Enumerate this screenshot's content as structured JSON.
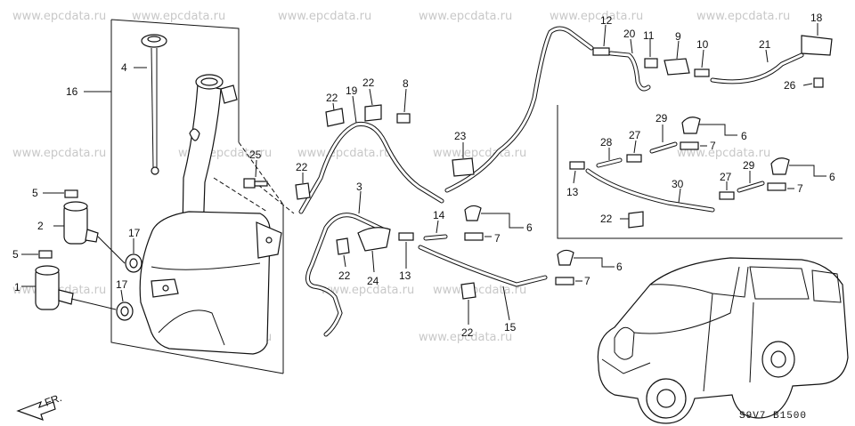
{
  "watermark": "www.epcdata.ru",
  "diagram_code": "S9V7  B1500",
  "direction_label": "FR.",
  "callouts": [
    {
      "id": "c1",
      "text": "1"
    },
    {
      "id": "c2",
      "text": "2"
    },
    {
      "id": "c3",
      "text": "3"
    },
    {
      "id": "c4",
      "text": "4"
    },
    {
      "id": "c5a",
      "text": "5"
    },
    {
      "id": "c5b",
      "text": "5"
    },
    {
      "id": "c6a",
      "text": "6"
    },
    {
      "id": "c6b",
      "text": "6"
    },
    {
      "id": "c6c",
      "text": "6"
    },
    {
      "id": "c6d",
      "text": "6"
    },
    {
      "id": "c7a",
      "text": "7"
    },
    {
      "id": "c7b",
      "text": "7"
    },
    {
      "id": "c7c",
      "text": "7"
    },
    {
      "id": "c7d",
      "text": "7"
    },
    {
      "id": "c8",
      "text": "8"
    },
    {
      "id": "c9",
      "text": "9"
    },
    {
      "id": "c10",
      "text": "10"
    },
    {
      "id": "c11",
      "text": "11"
    },
    {
      "id": "c12",
      "text": "12"
    },
    {
      "id": "c13a",
      "text": "13"
    },
    {
      "id": "c13b",
      "text": "13"
    },
    {
      "id": "c14",
      "text": "14"
    },
    {
      "id": "c15",
      "text": "15"
    },
    {
      "id": "c16",
      "text": "16"
    },
    {
      "id": "c17a",
      "text": "17"
    },
    {
      "id": "c17b",
      "text": "17"
    },
    {
      "id": "c18",
      "text": "18"
    },
    {
      "id": "c19",
      "text": "19"
    },
    {
      "id": "c20",
      "text": "20"
    },
    {
      "id": "c21",
      "text": "21"
    },
    {
      "id": "c22a",
      "text": "22"
    },
    {
      "id": "c22b",
      "text": "22"
    },
    {
      "id": "c22c",
      "text": "22"
    },
    {
      "id": "c22d",
      "text": "22"
    },
    {
      "id": "c22e",
      "text": "22"
    },
    {
      "id": "c22f",
      "text": "22"
    },
    {
      "id": "c23",
      "text": "23"
    },
    {
      "id": "c24",
      "text": "24"
    },
    {
      "id": "c25",
      "text": "25"
    },
    {
      "id": "c26",
      "text": "26"
    },
    {
      "id": "c27a",
      "text": "27"
    },
    {
      "id": "c27b",
      "text": "27"
    },
    {
      "id": "c28",
      "text": "28"
    },
    {
      "id": "c29a",
      "text": "29"
    },
    {
      "id": "c29b",
      "text": "29"
    },
    {
      "id": "c30",
      "text": "30"
    }
  ]
}
